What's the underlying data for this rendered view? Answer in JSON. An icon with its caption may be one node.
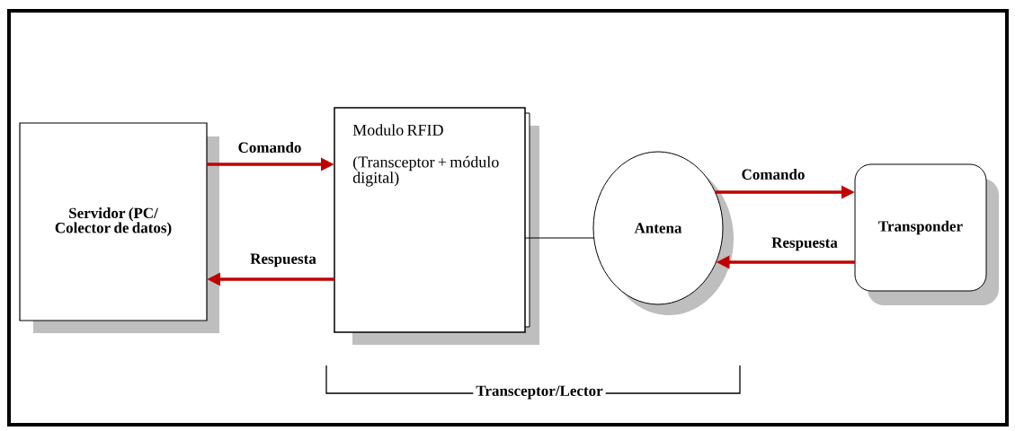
{
  "diagram": {
    "nodes": [
      {
        "text": [
          "Servidor (PC/ Colector de datos)"
        ]
      },
      {
        "text": [
          "Modulo RFID",
          "(Transceptor + módulo digital)"
        ]
      },
      {
        "text": [
          "Antena"
        ]
      },
      {
        "text": [
          "Transponder"
        ]
      }
    ],
    "edges": [
      {
        "from": 0,
        "to": 1,
        "arrow": "to",
        "label": "Comando"
      },
      {
        "from": 1,
        "to": 0,
        "arrow": "to",
        "label": "Respuesta"
      },
      {
        "from": 1,
        "to": 2,
        "arrow": "none",
        "color": "#000000"
      },
      {
        "from": 2,
        "to": 3,
        "arrow": "to",
        "label": "Comando"
      },
      {
        "from": 3,
        "to": 2,
        "arrow": "to",
        "label": "Respuesta"
      }
    ],
    "labels": [
      "Transceptor/Lector"
    ]
  }
}
